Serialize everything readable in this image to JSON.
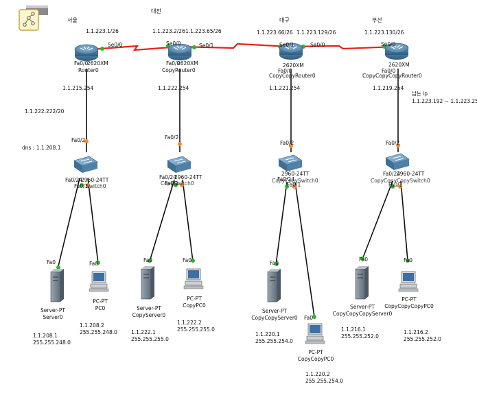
{
  "toolbar": {
    "icon": "logical-workspace-icon"
  },
  "colors": {
    "serial": "#e2231a",
    "ethernet": "#111111",
    "port_dot": "#2db52d",
    "port_dot_orange": "#f28c28"
  },
  "cities": [
    "서울",
    "대전",
    "대구",
    "부산"
  ],
  "routers": [
    {
      "model": "2620XM",
      "name": "Router0",
      "se_ip": "1.1.223.1/26",
      "se_port": "Se0/0",
      "fa_port": "Fa0/0",
      "lan_ip": "1.1.215.254"
    },
    {
      "model": "2620XM",
      "name": "CopyRouter0",
      "se_left_ip": "1.1.223.2/26",
      "se_right_ip": "1.1.223.65/26",
      "se_left_port": "Se0/0",
      "se_right_port": "Se0/1",
      "fa_port": "Fa0/0",
      "lan_ip": "1.1.222.254"
    },
    {
      "model": "2620XM",
      "name": "CopyCopyRouter0",
      "se_left_ip": "1.1.223.66/26",
      "se_right_ip": "1.1.223.129/26",
      "se_left_port": "Se0/1",
      "se_right_port": "Se0/0",
      "fa_port": "Fa0/0",
      "lan_ip": "1.1.221.254"
    },
    {
      "model": "2620XM",
      "name": "CopyCopyCopyRouter0",
      "se_ip": "1.1.223.130/26",
      "se_port": "Se0/0",
      "fa_port": "Fa0/0",
      "lan_ip": "1.1.219.254"
    }
  ],
  "switches": [
    {
      "model": "2960-24TT",
      "name": "Switch0",
      "up_port": "Fa0/2",
      "port_a": "Fa0/24",
      "port_b": "Fa0/1"
    },
    {
      "model": "2960-24TT",
      "name": "CopySwitch0",
      "up_port": "Fa0/2",
      "port_a": "Fa0/24",
      "port_b": "Fa0/1"
    },
    {
      "model": "2960-24TT",
      "name": "CopyCopySwitch0",
      "up_port": "Fa0/2",
      "port_a": "Fa0/24",
      "port_b": "Fa0/1"
    },
    {
      "model": "2960-24TT",
      "name": "CopyCopyCopySwitch0",
      "up_port": "Fa0/2",
      "port_a": "Fa0/24",
      "port_b": "Fa0/1"
    }
  ],
  "servers": [
    {
      "type": "Server-PT",
      "name": "Server0",
      "port": "Fa0",
      "ip": "1.1.208.1",
      "mask": "255.255.248.0"
    },
    {
      "type": "Server-PT",
      "name": "CopyServer0",
      "port": "Fa0",
      "ip": "1.1.222.1",
      "mask": "255.255.255.0"
    },
    {
      "type": "Server-PT",
      "name": "CopyCopyServer0",
      "port": "Fa0",
      "ip": "1.1.220.1",
      "mask": "255.255.254.0"
    },
    {
      "type": "Server-PT",
      "name": "CopyCopyCopyServer0",
      "port": "Fa0",
      "ip": "1.1.216.1",
      "mask": "255.255.252.0"
    }
  ],
  "pcs": [
    {
      "type": "PC-PT",
      "name": "PC0",
      "port": "Fa0",
      "ip": "1.1.208.2",
      "mask": "255.255.248.0"
    },
    {
      "type": "PC-PT",
      "name": "CopyPC0",
      "port": "Fa0",
      "ip": "1.1.222.2",
      "mask": "255.255.255.0"
    },
    {
      "type": "PC-PT",
      "name": "CopyCopyPC0",
      "port": "Fa0",
      "ip": "1.1.220.2",
      "mask": "255.255.254.0"
    },
    {
      "type": "PC-PT",
      "name": "CopyCopyCopyPC0",
      "port": "Fa0",
      "ip": "1.1.216.2",
      "mask": "255.255.252.0"
    }
  ],
  "notes": {
    "seoul_gw": "1.1.222.222/20",
    "dns": "dns : 1.1.208.1",
    "remaining_title": "남는 ip",
    "remaining_range": "1.1.223.192 ~ 1.1.223.255"
  }
}
